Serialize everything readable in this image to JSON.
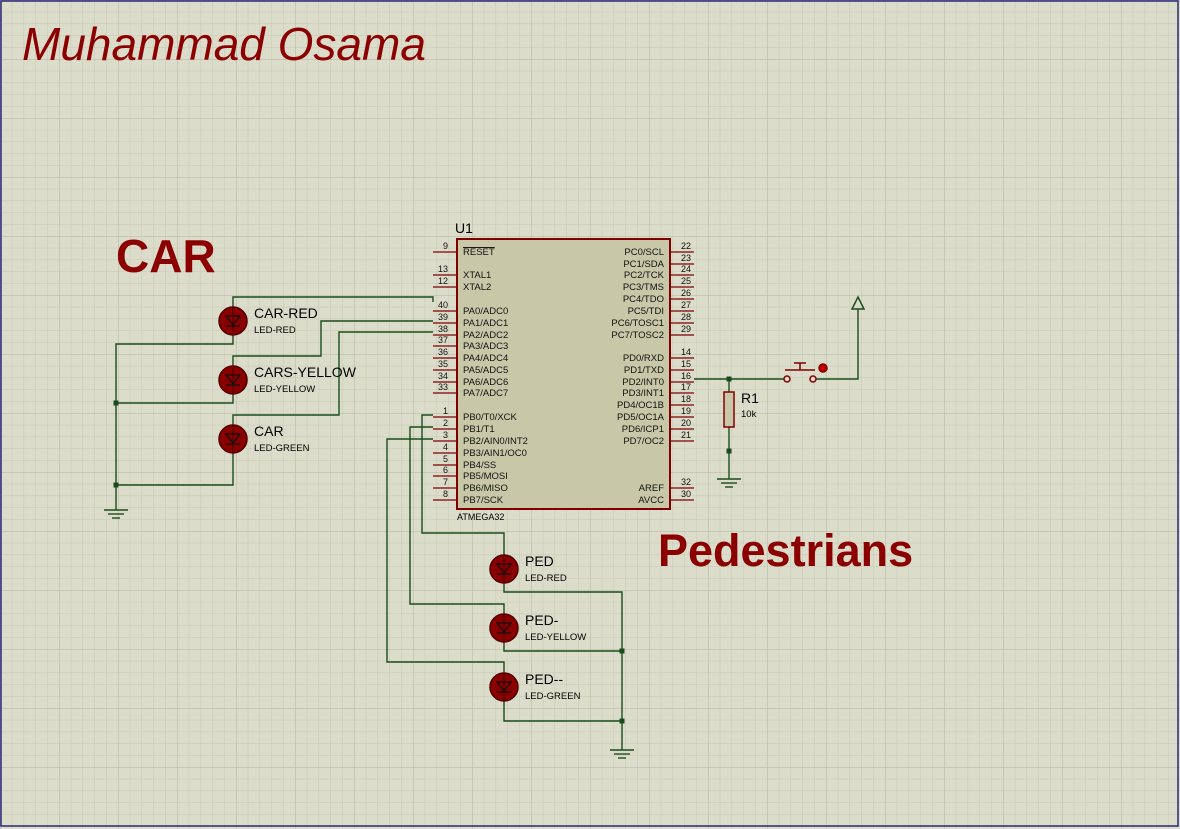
{
  "title": "Muhammad Osama",
  "labels": {
    "car": "CAR",
    "pedestrians": "Pedestrians"
  },
  "colors": {
    "background": "#dcdccb",
    "grid": "#c4c4b3",
    "text_dark_red": "#8b0000",
    "wire": "#1a4d1a",
    "component": "#800000",
    "ic_fill": "#c8c8a9"
  },
  "mcu": {
    "ref": "U1",
    "part": "ATMEGA32",
    "left_pins": [
      {
        "no": "9",
        "name": "RESET"
      },
      {
        "no": "13",
        "name": "XTAL1"
      },
      {
        "no": "12",
        "name": "XTAL2"
      },
      {
        "no": "40",
        "name": "PA0/ADC0"
      },
      {
        "no": "39",
        "name": "PA1/ADC1"
      },
      {
        "no": "38",
        "name": "PA2/ADC2"
      },
      {
        "no": "37",
        "name": "PA3/ADC3"
      },
      {
        "no": "36",
        "name": "PA4/ADC4"
      },
      {
        "no": "35",
        "name": "PA5/ADC5"
      },
      {
        "no": "34",
        "name": "PA6/ADC6"
      },
      {
        "no": "33",
        "name": "PA7/ADC7"
      },
      {
        "no": "1",
        "name": "PB0/T0/XCK"
      },
      {
        "no": "2",
        "name": "PB1/T1"
      },
      {
        "no": "3",
        "name": "PB2/AIN0/INT2"
      },
      {
        "no": "4",
        "name": "PB3/AIN1/OC0"
      },
      {
        "no": "5",
        "name": "PB4/SS"
      },
      {
        "no": "6",
        "name": "PB5/MOSI"
      },
      {
        "no": "7",
        "name": "PB6/MISO"
      },
      {
        "no": "8",
        "name": "PB7/SCK"
      }
    ],
    "right_pins": [
      {
        "no": "22",
        "name": "PC0/SCL"
      },
      {
        "no": "23",
        "name": "PC1/SDA"
      },
      {
        "no": "24",
        "name": "PC2/TCK"
      },
      {
        "no": "25",
        "name": "PC3/TMS"
      },
      {
        "no": "26",
        "name": "PC4/TDO"
      },
      {
        "no": "27",
        "name": "PC5/TDI"
      },
      {
        "no": "28",
        "name": "PC6/TOSC1"
      },
      {
        "no": "29",
        "name": "PC7/TOSC2"
      },
      {
        "no": "14",
        "name": "PD0/RXD"
      },
      {
        "no": "15",
        "name": "PD1/TXD"
      },
      {
        "no": "16",
        "name": "PD2/INT0"
      },
      {
        "no": "17",
        "name": "PD3/INT1"
      },
      {
        "no": "18",
        "name": "PD4/OC1B"
      },
      {
        "no": "19",
        "name": "PD5/OC1A"
      },
      {
        "no": "20",
        "name": "PD6/ICP1"
      },
      {
        "no": "21",
        "name": "PD7/OC2"
      },
      {
        "no": "32",
        "name": "AREF"
      },
      {
        "no": "30",
        "name": "AVCC"
      }
    ]
  },
  "leds": [
    {
      "name": "CAR-RED",
      "type": "LED-RED"
    },
    {
      "name": "CARS-YELLOW",
      "type": "LED-YELLOW"
    },
    {
      "name": "CAR",
      "type": "LED-GREEN"
    },
    {
      "name": "PED",
      "type": "LED-RED"
    },
    {
      "name": "PED-",
      "type": "LED-YELLOW"
    },
    {
      "name": "PED--",
      "type": "LED-GREEN"
    }
  ],
  "resistor": {
    "ref": "R1",
    "value": "10k"
  }
}
